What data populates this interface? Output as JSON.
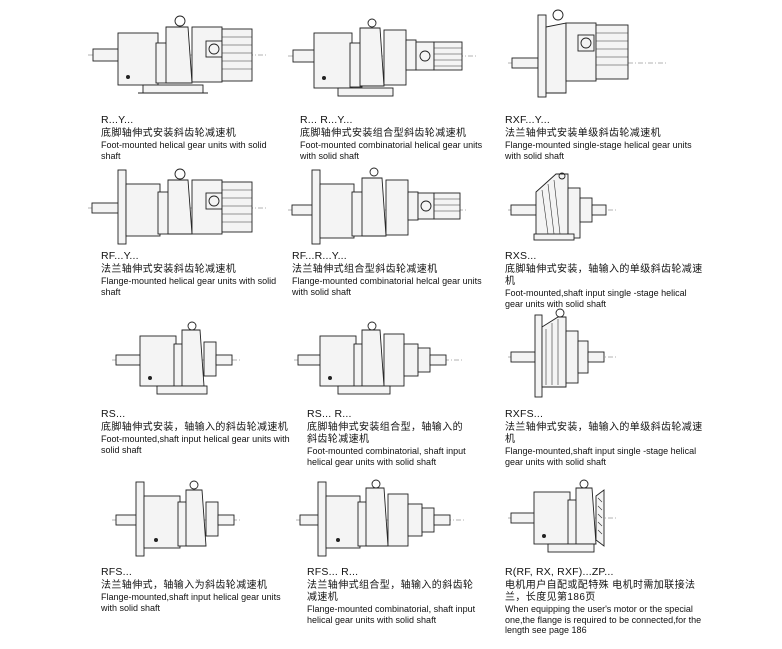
{
  "items": [
    {
      "code": "R...Y...",
      "cn": "底脚轴伸式安装斜齿轮减速机",
      "en": "Foot-mounted helical gear units with solid shaft"
    },
    {
      "code": "R... R...Y...",
      "cn": "底脚轴伸式安装组合型斜齿轮减速机",
      "en": "Foot-mounted combinatorial helical gear units with solid shaft"
    },
    {
      "code": "RXF...Y...",
      "cn": "法兰轴伸式安装单级斜齿轮减速机",
      "en": "Flange-mounted single-stage helical gear units with solid shaft"
    },
    {
      "code": "RF...Y...",
      "cn": "法兰轴伸式安装斜齿轮减速机",
      "en": "Flange-mounted helical gear units with solid shaft"
    },
    {
      "code": "RF...R...Y...",
      "cn": "法兰轴伸式组合型斜齿轮减速机",
      "en": "Flange-mounted combinatorial helcal gear units with solid shaft"
    },
    {
      "code": "RXS...",
      "cn": "底脚轴伸式安装，轴输入的单级斜齿轮减速机",
      "en": "Foot-mounted,shaft input single -stage helical gear units with solid shaft"
    },
    {
      "code": "RS...",
      "cn": "底脚轴伸式安装，轴输入的斜齿轮减速机",
      "en": "Foot-mounted,shaft input helical gear units with solid shaft"
    },
    {
      "code": "RS... R...",
      "cn": "底脚轴伸式安装组合型，轴输入的斜齿轮减速机",
      "en": "Foot-mounted combinatorial, shaft input helical gear units with solid shaft"
    },
    {
      "code": "RXFS...",
      "cn": "法兰轴伸式安装，轴输入的单级斜齿轮减速机",
      "en": "Flange-mounted,shaft input single -stage helical gear units with solid shaft"
    },
    {
      "code": "RFS...",
      "cn": "法兰轴伸式，轴输入为斜齿轮减速机",
      "en": "Flange-mounted,shaft input helical gear units with solid shaft"
    },
    {
      "code": "RFS... R...",
      "cn": "法兰轴伸式组合型，轴输入的斜齿轮减速机",
      "en": "Flange-mounted combinatorial, shaft input helical gear units with solid shaft"
    },
    {
      "code": "R(RF, RX, RXF)...ZP...",
      "cn": "电机用户自配或配特殊 电机时需加联接法兰，长度见第186页",
      "en": "When equipping the user's motor or the special one,the flange is required to be connected,for the length see page 186"
    }
  ]
}
